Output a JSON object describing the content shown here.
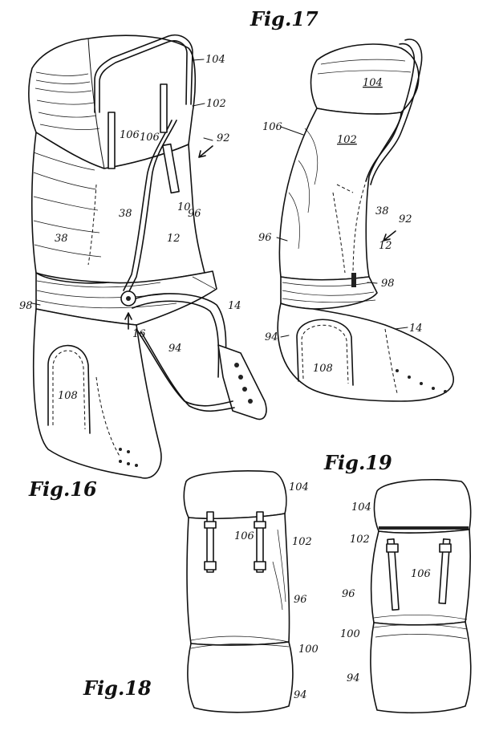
{
  "figures": {
    "fig16": "Fig.16",
    "fig17": "Fig.17",
    "fig18": "Fig.18",
    "fig19": "Fig.19"
  },
  "refs": {
    "fig16": [
      "104",
      "102",
      "106",
      "106",
      "92",
      "10",
      "38",
      "96",
      "12",
      "38",
      "98",
      "14",
      "16",
      "94",
      "108"
    ],
    "fig17": [
      "104",
      "106",
      "102",
      "38",
      "92",
      "96",
      "12",
      "98",
      "94",
      "14",
      "108"
    ],
    "fig18": [
      "104",
      "106",
      "102",
      "96",
      "100",
      "94"
    ],
    "fig19": [
      "104",
      "102",
      "106",
      "96",
      "100",
      "94"
    ]
  }
}
